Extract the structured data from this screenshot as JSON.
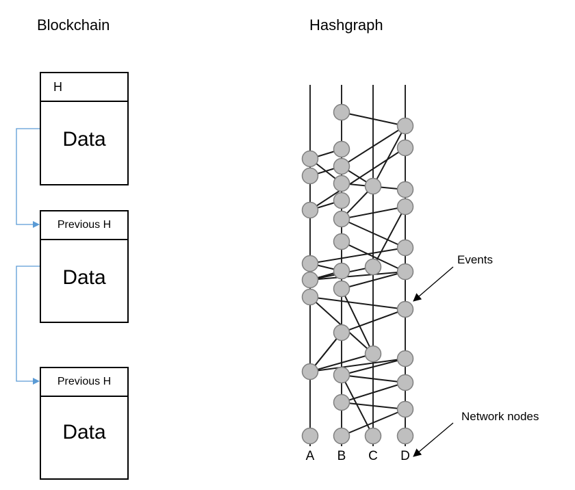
{
  "blockchain": {
    "title": "Blockchain",
    "blocks": [
      {
        "header": "H",
        "body": "Data"
      },
      {
        "header": "Previous H",
        "body": "Data"
      },
      {
        "header": "Previous H",
        "body": "Data"
      }
    ],
    "link_color": "#5b9bd5"
  },
  "hashgraph": {
    "title": "Hashgraph",
    "nodes": [
      "A",
      "B",
      "C",
      "D"
    ],
    "events_label": "Events",
    "network_nodes_label": "Network nodes",
    "event_fill": "#bfbfbf"
  }
}
